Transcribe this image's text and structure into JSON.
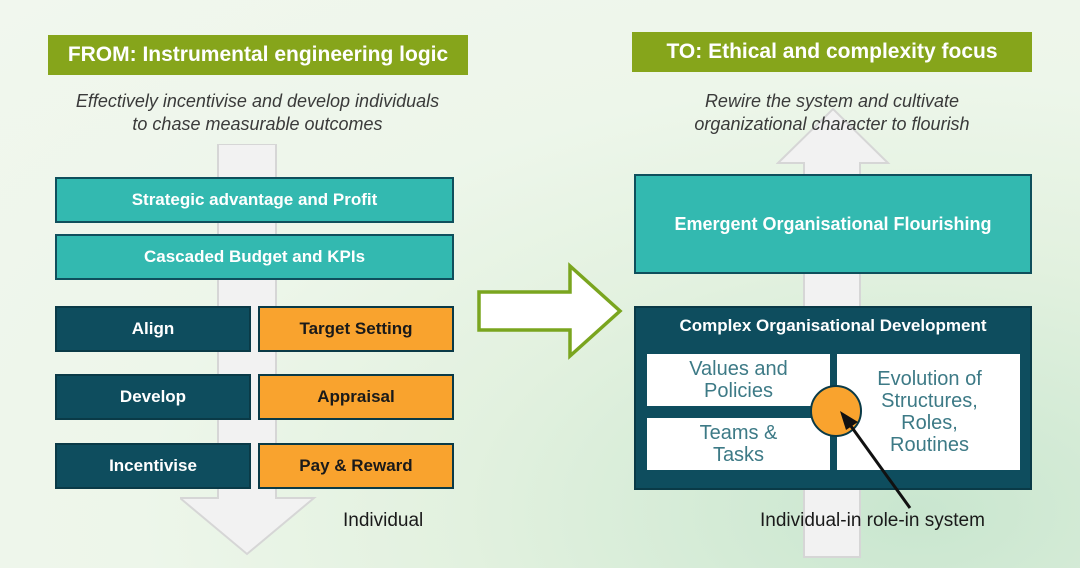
{
  "left": {
    "header": "FROM: Instrumental engineering logic",
    "subtitle_line1_a": "Effectively incentivise",
    "subtitle_line1_b": "and develop individuals",
    "subtitle_line2": "to chase measurable outcomes",
    "box_strategic": "Strategic advantage and Profit",
    "box_cascaded": "Cascaded Budget and KPIs",
    "rows": [
      {
        "navy": "Align",
        "orange": "Target Setting"
      },
      {
        "navy": "Develop",
        "orange": "Appraisal"
      },
      {
        "navy": "Incentivise",
        "orange": "Pay & Reward"
      }
    ],
    "caption": "Individual"
  },
  "right": {
    "header": "TO: Ethical and complexity focus",
    "subtitle_line1": "Rewire the system and cultivate",
    "subtitle_line2": "organizational character to flourish",
    "box_emergent": "Emergent Organisational Flourishing",
    "panel_title": "Complex Organisational Development",
    "cell_values_line1": "Values and",
    "cell_values_line2": "Policies",
    "cell_teams_line1": "Teams &",
    "cell_teams_line2": "Tasks",
    "cell_evolution_line1": "Evolution of",
    "cell_evolution_line2": "Structures,",
    "cell_evolution_line3": "Roles,",
    "cell_evolution_line4": "Routines",
    "caption": "Individual-in role-in system"
  },
  "colors": {
    "header_green": "#86a51b",
    "teal": "#33b9b0",
    "navy": "#0e4d5e",
    "orange": "#f9a32e",
    "arrow_outline": "#7aa51f"
  }
}
